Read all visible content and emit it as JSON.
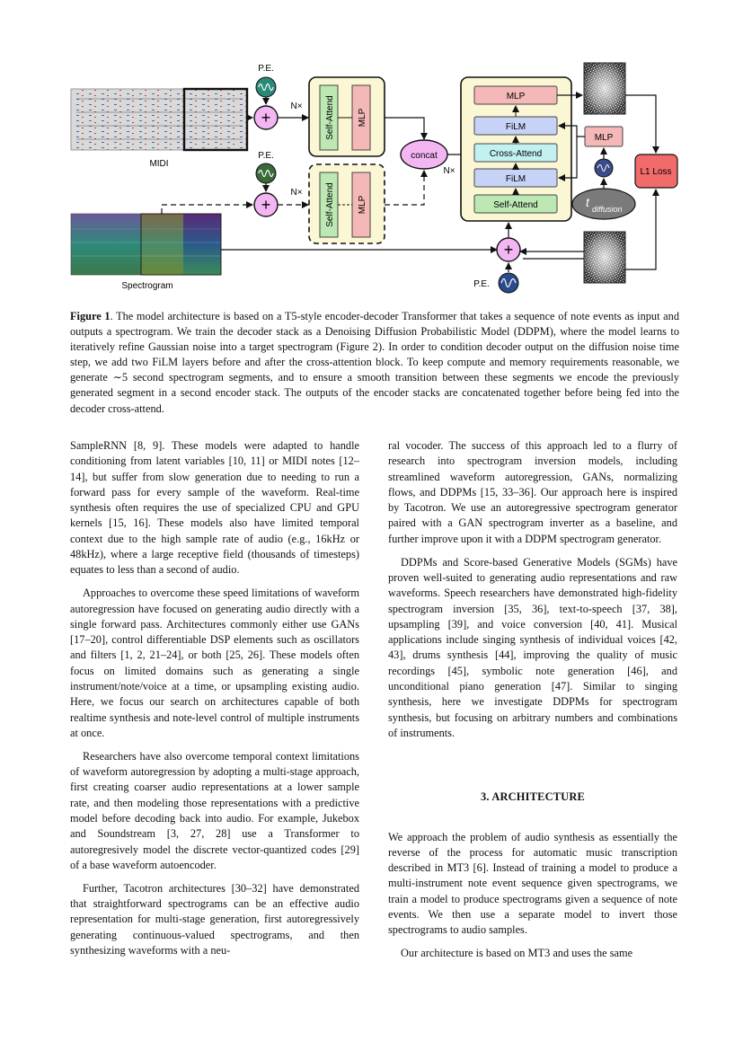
{
  "figure": {
    "midi_label": "MIDI",
    "spectrogram_label": "Spectrogram",
    "pe_label": "P.E.",
    "nx_label": "N×",
    "self_attend": "Self-Attend",
    "mlp": "MLP",
    "concat": "concat",
    "film": "FiLM",
    "cross_attend": "Cross-Attend",
    "l1_loss": "L1 Loss",
    "t_symbol": "t",
    "t_subscript": "diffusion",
    "plus": "+"
  },
  "caption": {
    "label": "Figure 1",
    "text": ". The model architecture is based on a T5-style encoder-decoder Transformer that takes a sequence of note events as input and outputs a spectrogram. We train the decoder stack as a Denoising Diffusion Probabilistic Model (DDPM), where the model learns to iteratively refine Gaussian noise into a target spectrogram (Figure 2). In order to condition decoder output on the diffusion noise time step, we add two FiLM layers before and after the cross-attention block. To keep compute and memory requirements reasonable, we generate ∼5 second spectrogram segments, and to ensure a smooth transition between these segments we encode the previously generated segment in a second encoder stack. The outputs of the encoder stacks are concatenated together before being fed into the decoder cross-attend."
  },
  "left_column": [
    "SampleRNN [8, 9]. These models were adapted to handle conditioning from latent variables [10, 11] or MIDI notes [12–14], but suffer from slow generation due to needing to run a forward pass for every sample of the waveform. Real-time synthesis often requires the use of specialized CPU and GPU kernels [15, 16]. These models also have limited temporal context due to the high sample rate of audio (e.g., 16kHz or 48kHz), where a large receptive field (thousands of timesteps) equates to less than a second of audio.",
    "Approaches to overcome these speed limitations of waveform autoregression have focused on generating audio directly with a single forward pass. Architectures commonly either use GANs [17–20], control differentiable DSP elements such as oscillators and filters [1, 2, 21–24], or both [25, 26]. These models often focus on limited domains such as generating a single instrument/note/voice at a time, or upsampling existing audio. Here, we focus our search on architectures capable of both realtime synthesis and note-level control of multiple instruments at once.",
    "Researchers have also overcome temporal context limitations of waveform autoregression by adopting a multi-stage approach, first creating coarser audio representations at a lower sample rate, and then modeling those representations with a predictive model before decoding back into audio. For example, Jukebox and Soundstream [3, 27, 28] use a Transformer to autoregresively model the discrete vector-quantized codes [29] of a base waveform autoencoder.",
    "Further, Tacotron architectures [30–32] have demonstrated that straightforward spectrograms can be an effective audio representation for multi-stage generation, first autoregressively generating continuous-valued spectrograms, and then synthesizing waveforms with a neu-"
  ],
  "right_column": {
    "paragraphs_before": [
      "ral vocoder. The success of this approach led to a flurry of research into spectrogram inversion models, including streamlined waveform autoregression, GANs, normalizing flows, and DDPMs [15, 33–36]. Our approach here is inspired by Tacotron. We use an autoregressive spectrogram generator paired with a GAN spectrogram inverter as a baseline, and further improve upon it with a DDPM spectrogram generator.",
      "DDPMs and Score-based Generative Models (SGMs) have proven well-suited to generating audio representations and raw waveforms. Speech researchers have demonstrated high-fidelity spectrogram inversion [35, 36], text-to-speech [37, 38], upsampling [39], and voice conversion [40, 41]. Musical applications include singing synthesis of individual voices [42, 43], drums synthesis [44], improving the quality of music recordings [45], symbolic note generation [46], and unconditional piano generation [47]. Similar to singing synthesis, here we investigate DDPMs for spectrogram synthesis, but focusing on arbitrary numbers and combinations of instruments."
    ],
    "section_heading": "3. ARCHITECTURE",
    "paragraphs_after": [
      "We approach the problem of audio synthesis as essentially the reverse of the process for automatic music transcription described in MT3 [6]. Instead of training a model to produce a multi-instrument note event sequence given spectrograms, we train a model to produce spectrograms given a sequence of note events. We then use a separate model to invert those spectrograms to audio samples.",
      "Our architecture is based on MT3 and uses the same"
    ]
  }
}
